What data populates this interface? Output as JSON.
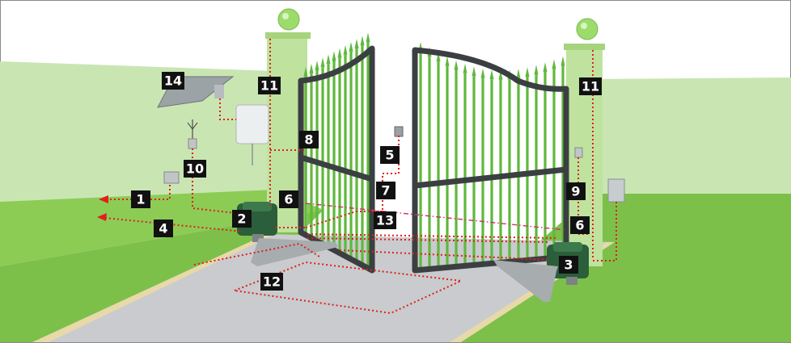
{
  "colors": {
    "sky": "#ffffff",
    "wall_light": "#c9e6b2",
    "wall_mid": "#a9d98a",
    "grass": "#7cc04a",
    "pillar": "#bfe39e",
    "gate_frame": "#3b3f42",
    "bars": "#5fb83c",
    "road": "#c9cbce",
    "wire": "#e0201a",
    "label_bg": "#111111",
    "label_text": "#ffffff",
    "motor": "#2b5e3a"
  },
  "labels": [
    "1",
    "2",
    "3",
    "4",
    "5",
    "6",
    "6",
    "7",
    "8",
    "9",
    "10",
    "11",
    "11",
    "12",
    "13",
    "14"
  ],
  "icons": [
    "solar-panel-icon",
    "antenna-icon",
    "control-box-icon",
    "photocell-icon",
    "keypad-icon",
    "lamp-icon",
    "motor-icon"
  ]
}
